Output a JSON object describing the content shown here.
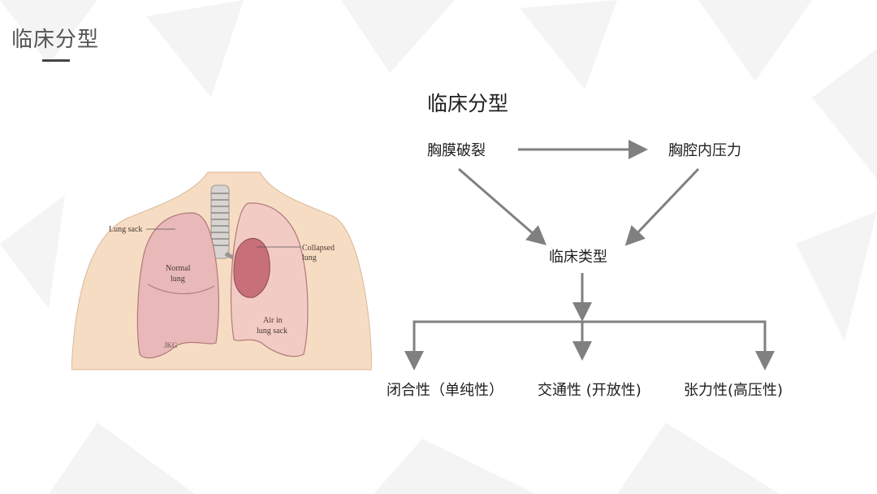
{
  "page": {
    "title": "临床分型"
  },
  "illustration": {
    "labels": {
      "lung_sack": "Lung sack",
      "collapsed_1": "Collapsed",
      "collapsed_2": "lung",
      "normal_1": "Normal",
      "normal_2": "lung",
      "air_1": "Air in",
      "air_2": "lung sack",
      "signature": "JKG"
    }
  },
  "diagram": {
    "title": "临床分型",
    "nodes": {
      "rupture": "胸膜破裂",
      "pressure": "胸腔内压力",
      "type": "临床类型",
      "closed": "闭合性（单纯性）",
      "open": "交通性 (开放性)",
      "tension": "张力性(高压性)"
    },
    "colors": {
      "arrow": "#808080",
      "text": "#1e1e1e"
    }
  }
}
